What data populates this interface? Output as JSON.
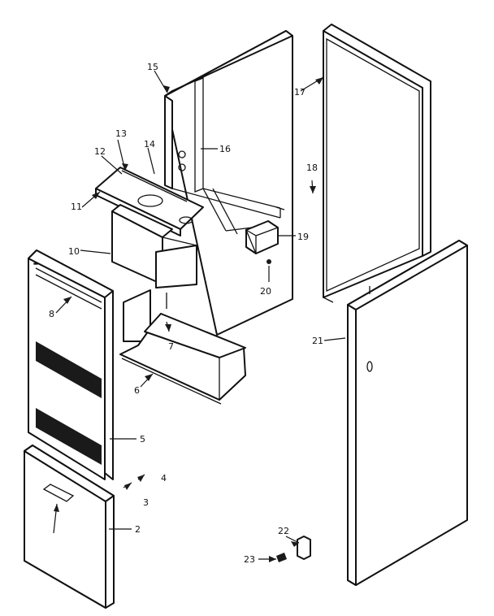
{
  "callouts": [
    {
      "id": "c2",
      "text": "2"
    },
    {
      "id": "c3",
      "text": "3"
    },
    {
      "id": "c4",
      "text": "4"
    },
    {
      "id": "c5",
      "text": "5"
    },
    {
      "id": "c6",
      "text": "6"
    },
    {
      "id": "c7",
      "text": "7"
    },
    {
      "id": "c8",
      "text": "8"
    },
    {
      "id": "c10",
      "text": "10"
    },
    {
      "id": "c11",
      "text": "11"
    },
    {
      "id": "c12",
      "text": "12"
    },
    {
      "id": "c13",
      "text": "13"
    },
    {
      "id": "c14",
      "text": "14"
    },
    {
      "id": "c15",
      "text": "15"
    },
    {
      "id": "c16",
      "text": "16"
    },
    {
      "id": "c17",
      "text": "17"
    },
    {
      "id": "c18",
      "text": "18"
    },
    {
      "id": "c19",
      "text": "19"
    },
    {
      "id": "c20",
      "text": "20"
    },
    {
      "id": "c21",
      "text": "21"
    },
    {
      "id": "c22",
      "text": "22"
    },
    {
      "id": "c23",
      "text": "23"
    }
  ]
}
